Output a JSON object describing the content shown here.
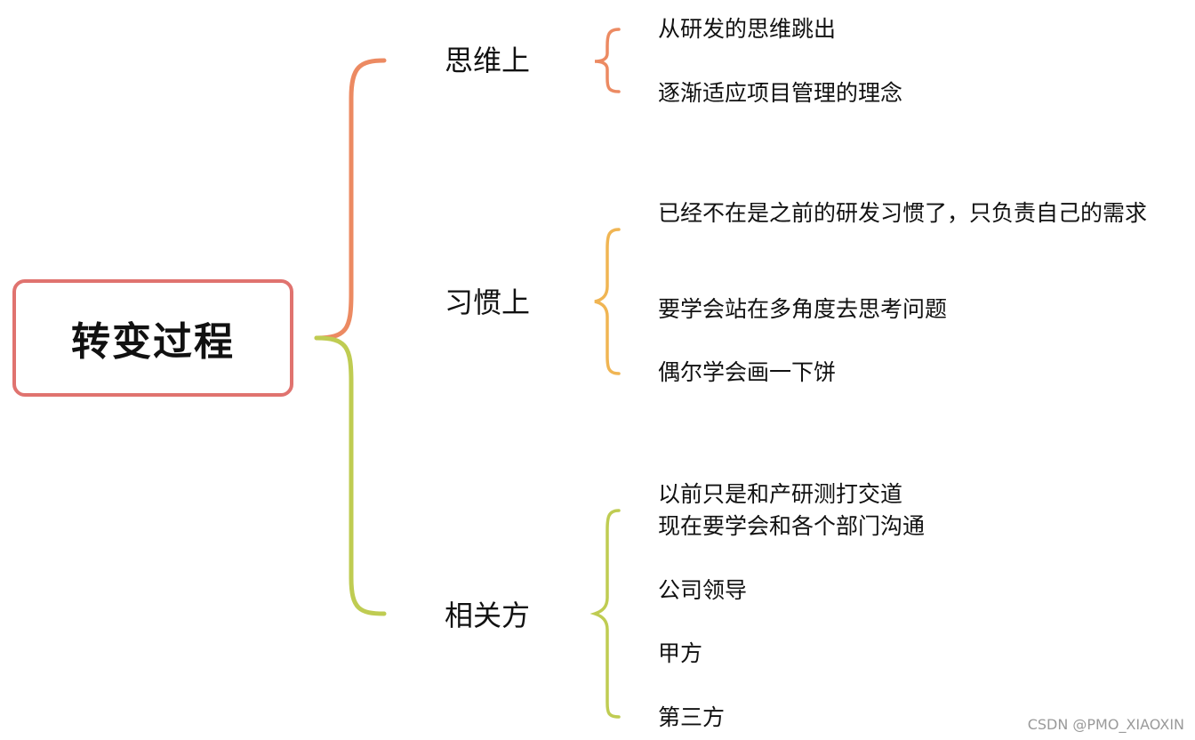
{
  "root": {
    "label": "转变过程"
  },
  "branches": [
    {
      "label": "思维上",
      "color": "#ec8a62",
      "leaves": [
        "从研发的思维跳出",
        "逐渐适应项目管理的理念"
      ]
    },
    {
      "label": "习惯上",
      "color": "#f0b553",
      "leaves": [
        "已经不在是之前的研发习惯了，只负责自己的需求",
        "要学会站在多角度去思考问题",
        "偶尔学会画一下饼"
      ]
    },
    {
      "label": "相关方",
      "color": "#bfcc52",
      "leaves": [
        "以前只是和产研测打交道",
        "现在要学会和各个部门沟通",
        "公司领导",
        "甲方",
        "第三方"
      ]
    }
  ],
  "colors": {
    "root_border": "#e0736f"
  },
  "watermark": "CSDN @PMO_XIAOXIN"
}
